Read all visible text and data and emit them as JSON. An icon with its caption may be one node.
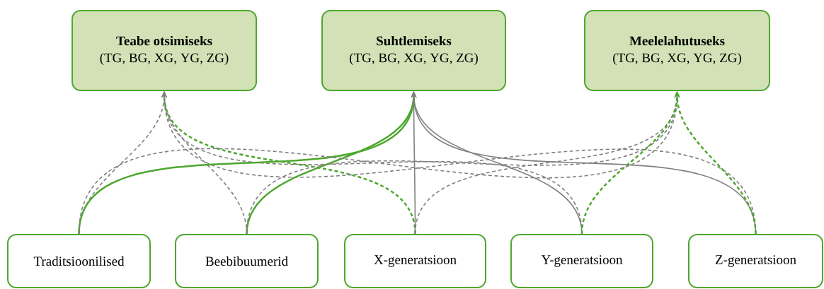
{
  "diagram": {
    "nodes": [
      {
        "text": [
          "Teabe otsimiseks",
          "(TG, BG, XG, YG, ZG)"
        ]
      },
      {
        "text": [
          "Suhtlemiseks",
          "(TG, BG, XG, YG, ZG)"
        ]
      },
      {
        "text": [
          "Meelelahutuseks",
          "(TG, BG, XG, YG, ZG)"
        ]
      },
      {
        "text": [
          "Traditsioonilised"
        ]
      },
      {
        "text": [
          "Beebibuumerid"
        ]
      },
      {
        "text": [
          "X-generatsioon"
        ]
      },
      {
        "text": [
          "Y-generatsioon"
        ]
      },
      {
        "text": [
          "Z-generatsioon"
        ]
      }
    ],
    "edges": [
      {
        "from": 3,
        "to": 0,
        "arrow": "to",
        "style": "dashed"
      },
      {
        "from": 4,
        "to": 0,
        "arrow": "to",
        "style": "dashed"
      },
      {
        "from": 5,
        "to": 0,
        "arrow": "to",
        "style": "dashed",
        "color": "#4ea72e"
      },
      {
        "from": 6,
        "to": 0,
        "arrow": "to",
        "style": "dashed"
      },
      {
        "from": 7,
        "to": 0,
        "arrow": "to",
        "style": "dashed"
      },
      {
        "from": 3,
        "to": 1,
        "arrow": "to",
        "color": "#4ea72e"
      },
      {
        "from": 4,
        "to": 1,
        "arrow": "to",
        "color": "#4ea72e"
      },
      {
        "from": 5,
        "to": 1,
        "arrow": "to"
      },
      {
        "from": 6,
        "to": 1,
        "arrow": "to"
      },
      {
        "from": 7,
        "to": 1,
        "arrow": "to"
      },
      {
        "from": 3,
        "to": 2,
        "arrow": "to",
        "style": "dashed"
      },
      {
        "from": 4,
        "to": 2,
        "arrow": "to",
        "style": "dashed"
      },
      {
        "from": 5,
        "to": 2,
        "arrow": "to",
        "style": "dashed"
      },
      {
        "from": 6,
        "to": 2,
        "arrow": "to",
        "style": "dashed",
        "color": "#4ea72e"
      },
      {
        "from": 7,
        "to": 2,
        "arrow": "to",
        "style": "dashed",
        "color": "#4ea72e"
      }
    ]
  }
}
